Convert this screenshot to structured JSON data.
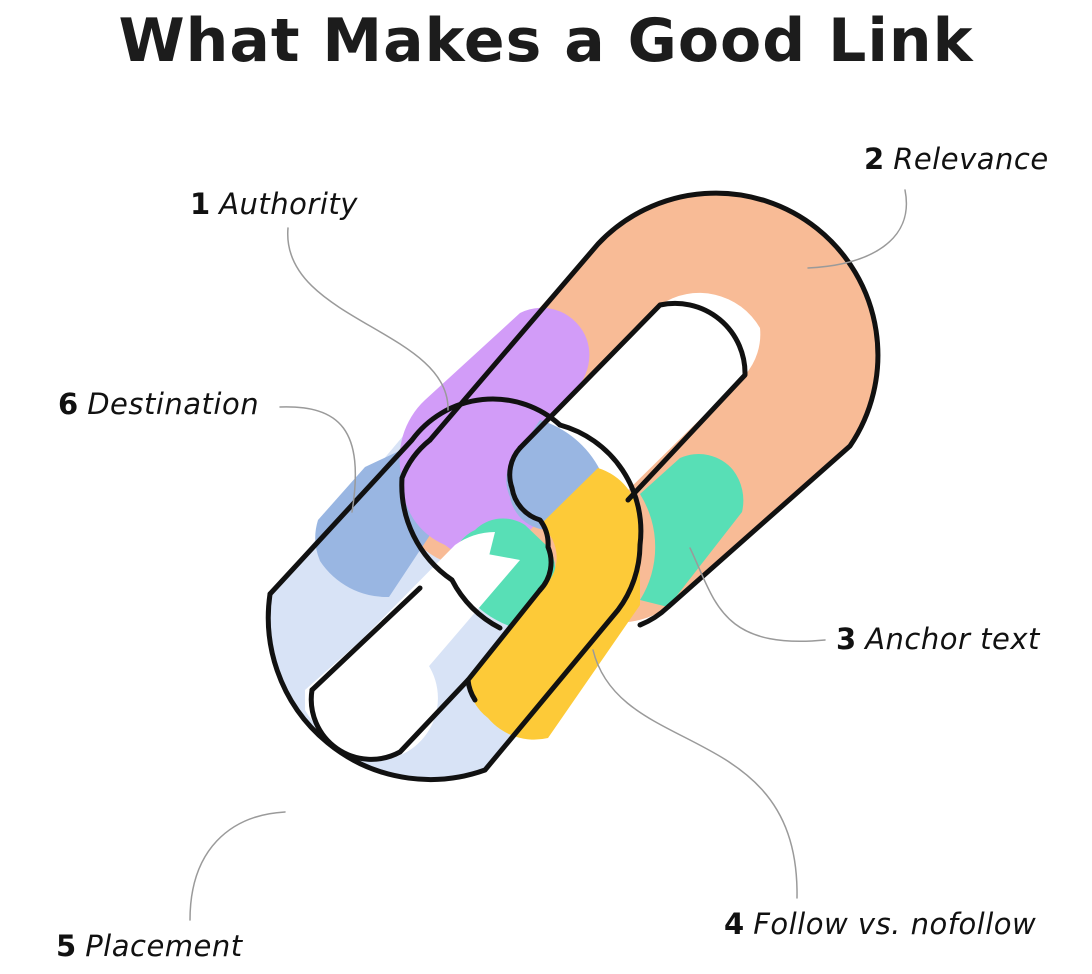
{
  "title": "What Makes a Good Link",
  "factors": [
    {
      "number": "1",
      "label": "Authority",
      "color": "#d29cf8",
      "icon": "purple-highlight"
    },
    {
      "number": "2",
      "label": "Relevance",
      "color": "#f8bb96",
      "icon": "orange-link"
    },
    {
      "number": "3",
      "label": "Anchor text",
      "color": "#58dfb6",
      "icon": "green-highlight"
    },
    {
      "number": "4",
      "label": "Follow vs. nofollow",
      "color": "#fdca38",
      "icon": "yellow-highlight"
    },
    {
      "number": "5",
      "label": "Placement",
      "color": "#d8e3f6",
      "icon": "pale-blue-link"
    },
    {
      "number": "6",
      "label": "Destination",
      "color": "#99b6e2",
      "icon": "blue-highlight"
    }
  ],
  "colors": {
    "outline": "#111111",
    "leader": "#9a9a9a"
  }
}
